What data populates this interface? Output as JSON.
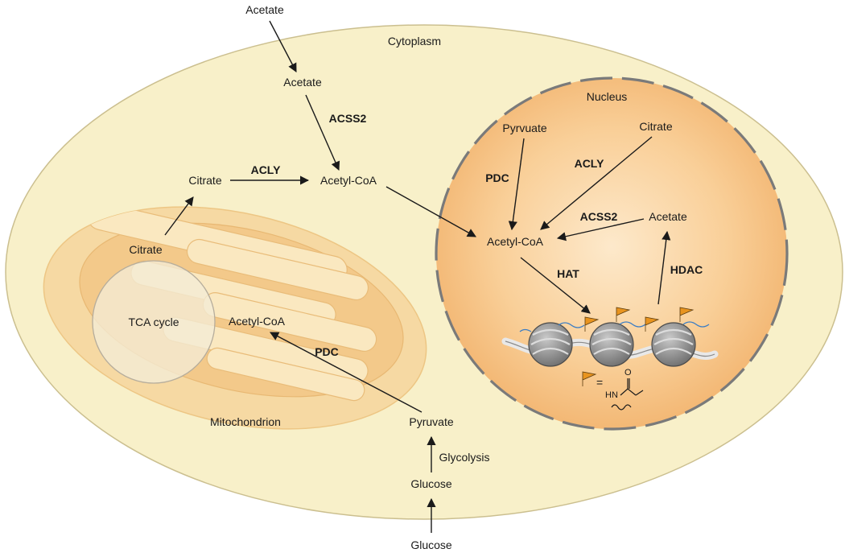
{
  "compartments": {
    "cytoplasm": "Cytoplasm",
    "nucleus": "Nucleus",
    "mitochondrion": "Mitochondrion",
    "tca_cycle": "TCA cycle"
  },
  "metabolites": {
    "acetate_outside": "Acetate",
    "acetate_cyto": "Acetate",
    "citrate_cyto": "Citrate",
    "acetylcoa_cyto": "Acetyl-CoA",
    "citrate_mito": "Citrate",
    "acetylcoa_mito": "Acetyl-CoA",
    "pyruvate_cyto": "Pyruvate",
    "glucose_cyto": "Glucose",
    "glucose_outside": "Glucose",
    "pyruvate_nuc": "Pyrvuate",
    "citrate_nuc": "Citrate",
    "acetylcoa_nuc": "Acetyl-CoA",
    "acetate_nuc": "Acetate"
  },
  "enzymes": {
    "acss2_cyto": "ACSS2",
    "acly_cyto": "ACLY",
    "pdc_mito": "PDC",
    "glycolysis": "Glycolysis",
    "pdc_nuc": "PDC",
    "acly_nuc": "ACLY",
    "acss2_nuc": "ACSS2",
    "hat": "HAT",
    "hdac": "HDAC"
  },
  "legend": {
    "equals": "=",
    "atom_o": "O",
    "atom_hn": "HN"
  },
  "colors": {
    "cytoplasm_fill": "#f8f0c9",
    "cytoplasm_stroke": "#c9bd8c",
    "nucleus_center": "#fde6c4",
    "nucleus_edge": "#f3b978",
    "nuclear_envelope": "#7a7a7a",
    "mito_outer": "#f6d59c",
    "mito_inner": "#f3c887",
    "cristae": "#fae7bd",
    "tca_fill": "#f4ecd6",
    "nucleosome": "#8c8c8c",
    "acetyl_flag": "#e8941f",
    "dna": "#3b7dc4"
  }
}
